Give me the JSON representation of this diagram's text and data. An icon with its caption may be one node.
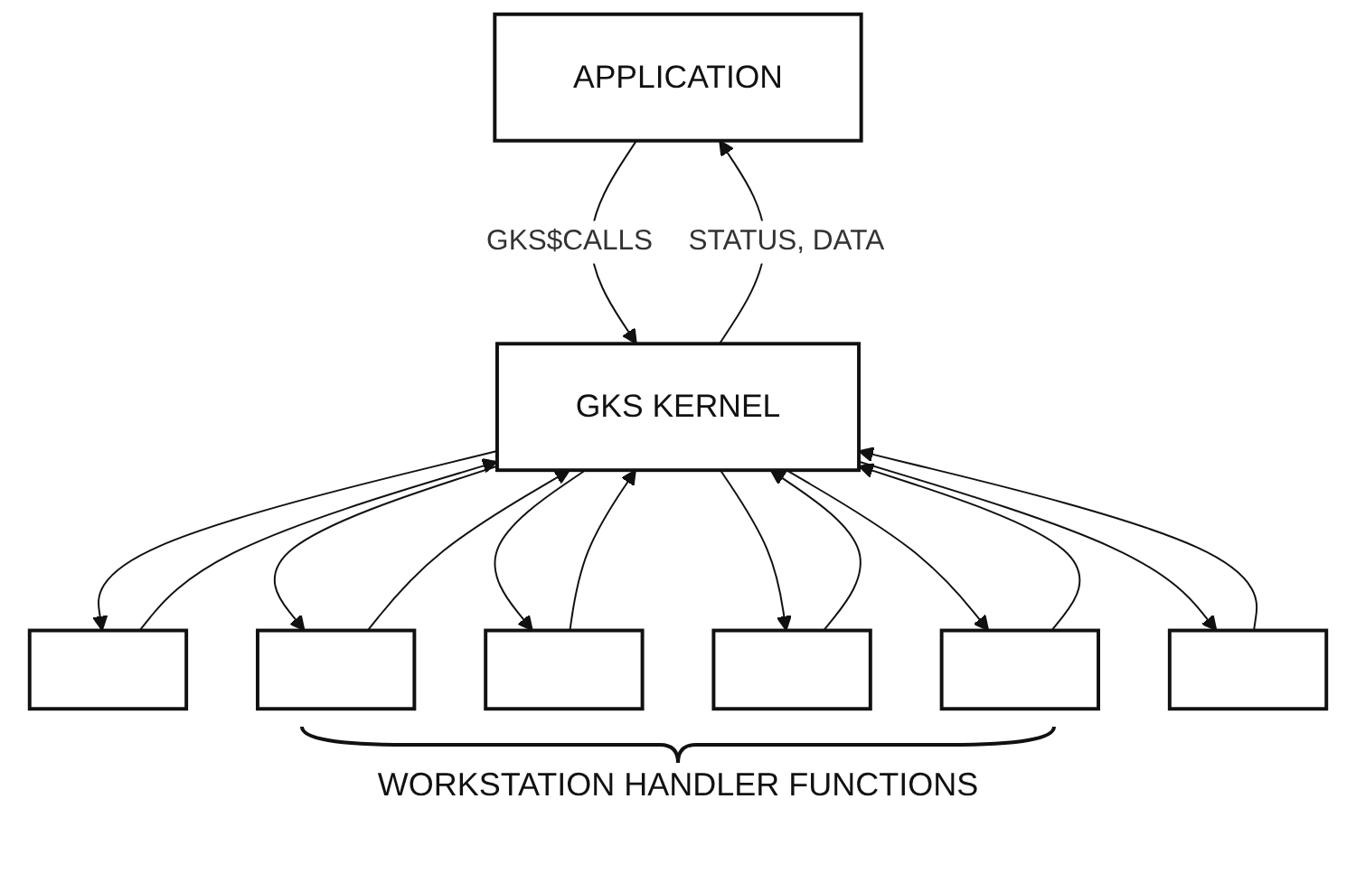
{
  "diagram": {
    "nodes": [
      {
        "text": [
          "APPLICATION"
        ]
      },
      {
        "text": [
          "GKS KERNEL"
        ]
      },
      {
        "text": [],
        "shape": "box"
      },
      {
        "text": [],
        "shape": "box"
      },
      {
        "text": [],
        "shape": "box"
      },
      {
        "text": [],
        "shape": "box"
      },
      {
        "text": [],
        "shape": "box"
      },
      {
        "text": [],
        "shape": "box"
      }
    ],
    "edges": [
      {
        "from": 0,
        "to": 1,
        "arrow": "to",
        "label": "GKS$CALLS"
      },
      {
        "from": 1,
        "to": 0,
        "arrow": "to",
        "label": "STATUS, DATA"
      },
      {
        "from": 1,
        "to": 2,
        "arrow": "to"
      },
      {
        "from": 2,
        "to": 1,
        "arrow": "to"
      },
      {
        "from": 1,
        "to": 3,
        "arrow": "to"
      },
      {
        "from": 3,
        "to": 1,
        "arrow": "to"
      },
      {
        "from": 1,
        "to": 4,
        "arrow": "to"
      },
      {
        "from": 4,
        "to": 1,
        "arrow": "to"
      },
      {
        "from": 1,
        "to": 5,
        "arrow": "to"
      },
      {
        "from": 5,
        "to": 1,
        "arrow": "to"
      },
      {
        "from": 1,
        "to": 6,
        "arrow": "to"
      },
      {
        "from": 6,
        "to": 1,
        "arrow": "to"
      },
      {
        "from": 1,
        "to": 7,
        "arrow": "to"
      },
      {
        "from": 7,
        "to": 1,
        "arrow": "to"
      }
    ],
    "labels": [
      "WORKSTATION HANDLER FUNCTIONS"
    ]
  }
}
